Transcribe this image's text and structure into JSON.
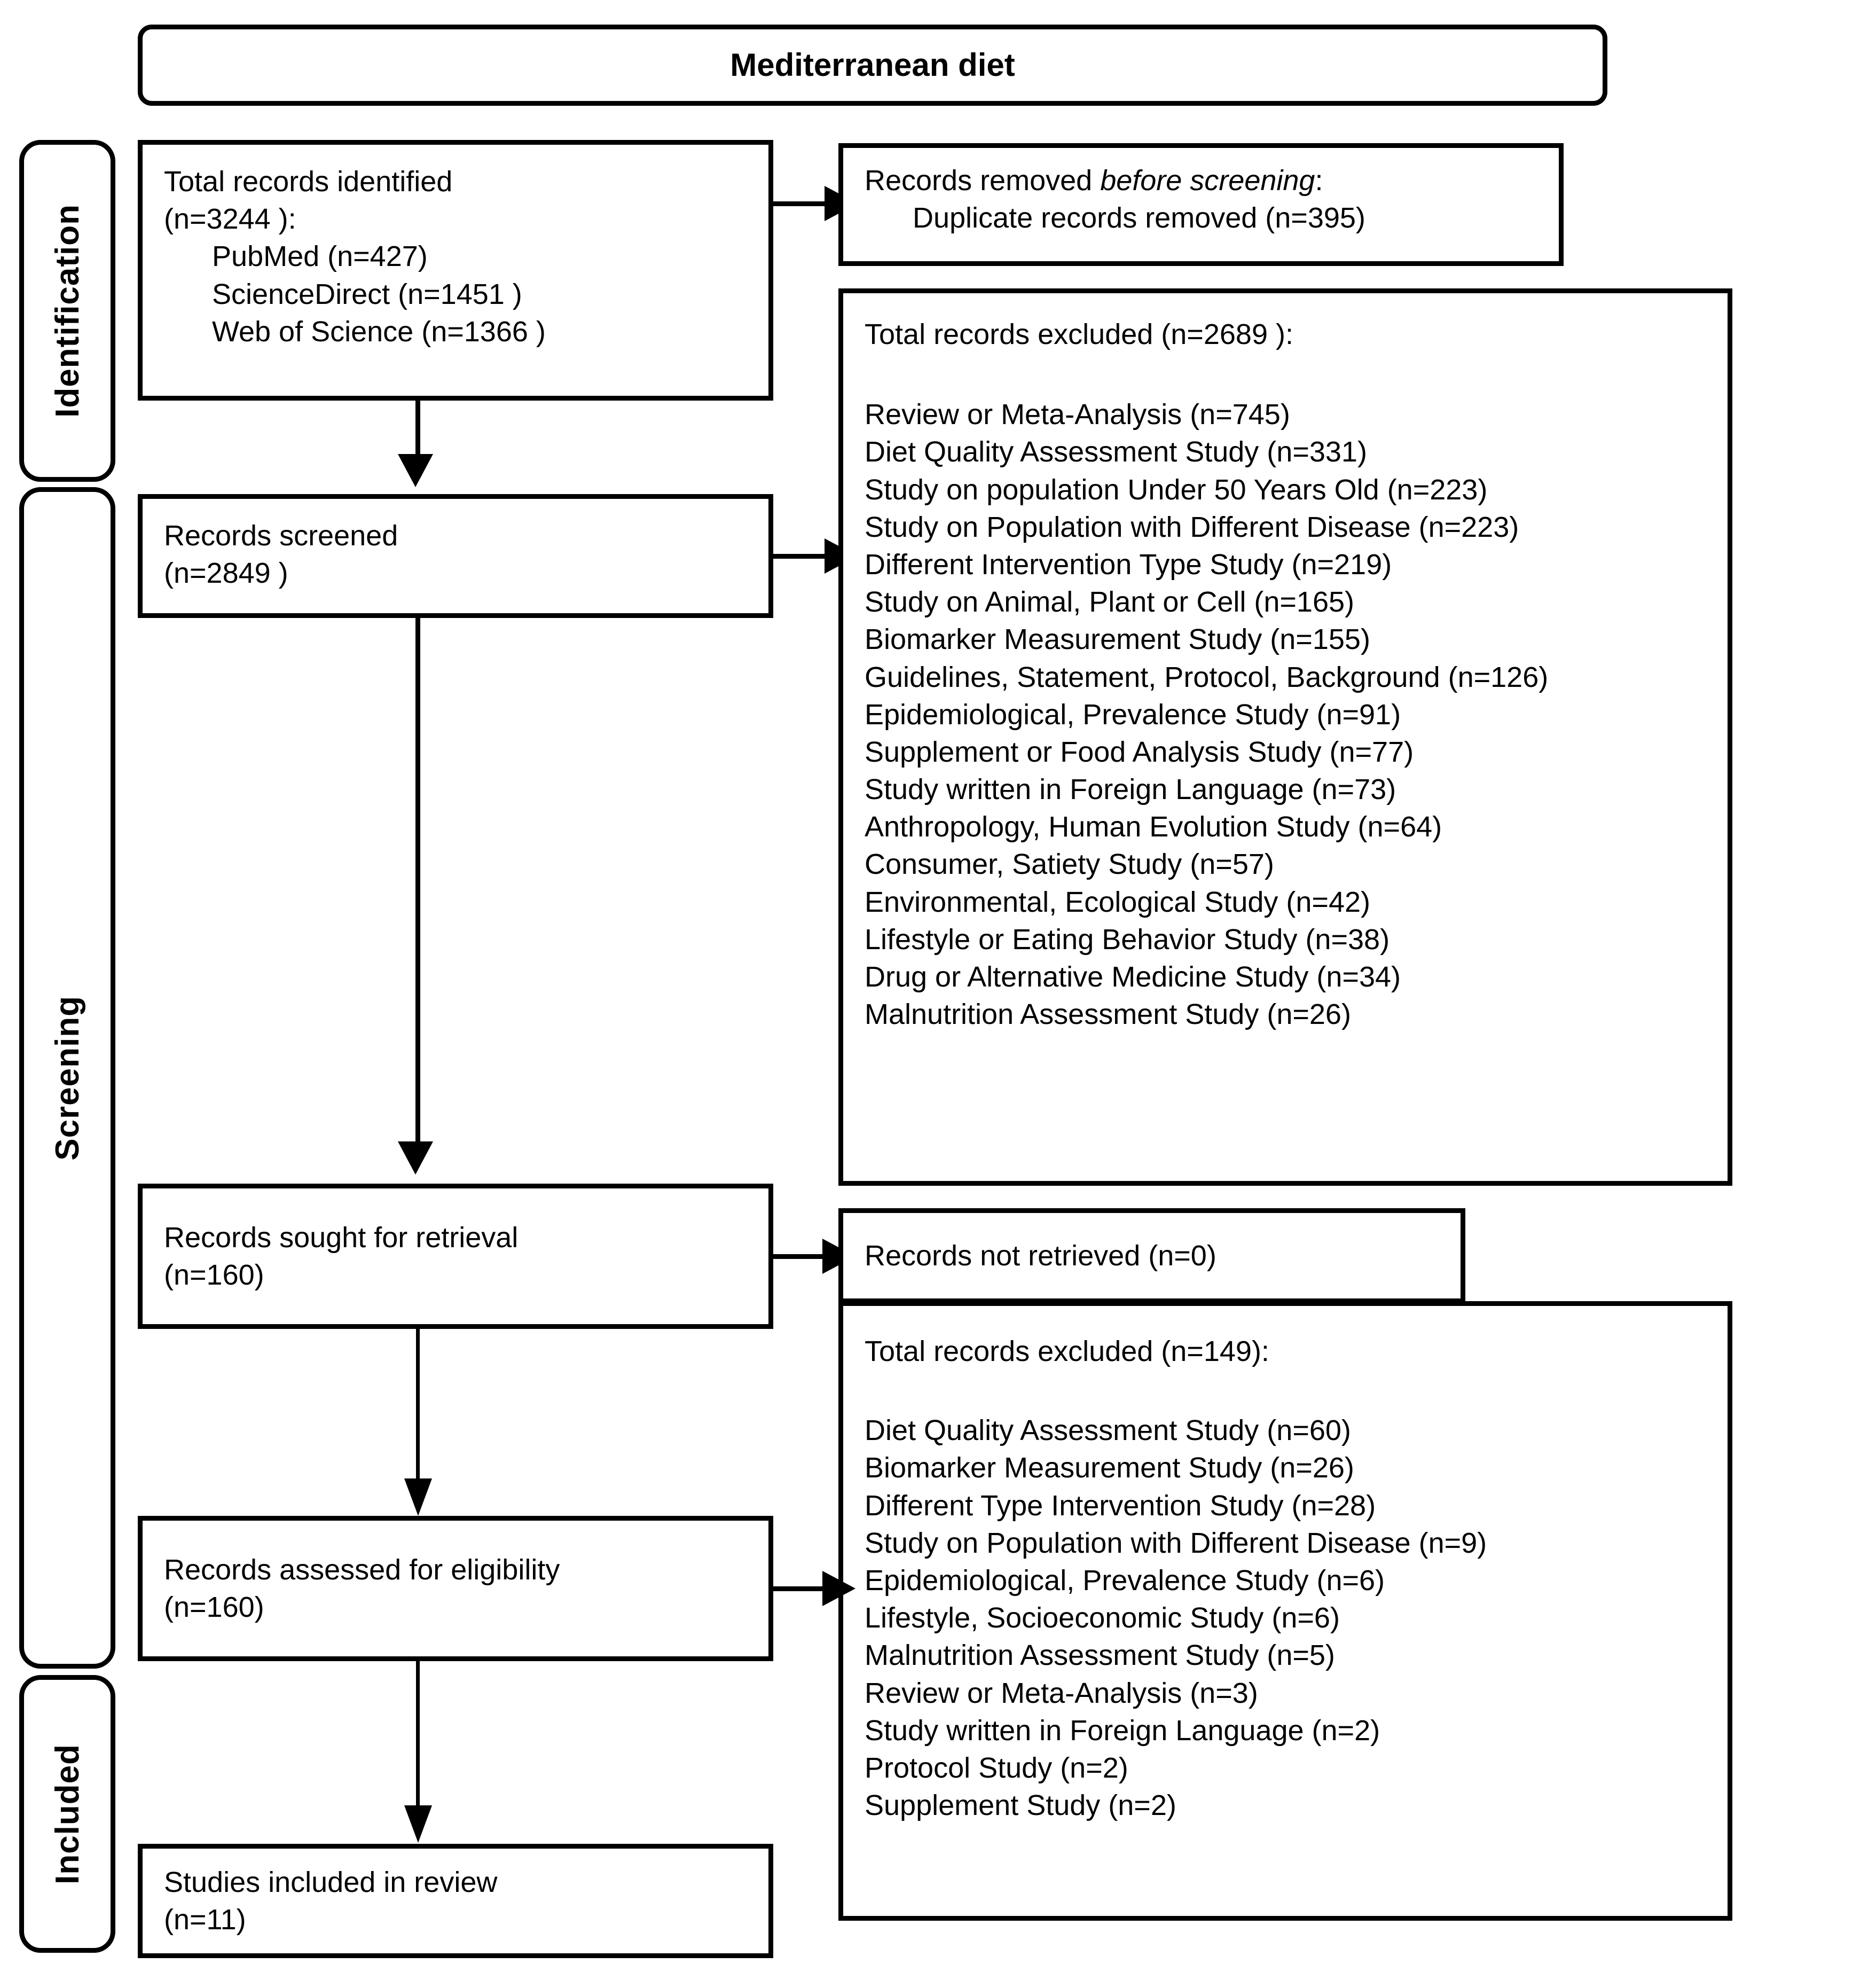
{
  "diagram": {
    "title": "Mediterranean diet",
    "type": "PRISMA flow diagram"
  },
  "phases": {
    "identification": "Identification",
    "screening": "Screening",
    "included": "Included"
  },
  "boxes": {
    "identified": {
      "heading": "Total records identified",
      "count_line": "(n=3244 ):",
      "sources": [
        "PubMed (n=427)",
        "ScienceDirect (n=1451 )",
        "Web of Science (n=1366 )"
      ]
    },
    "removed_before_screening": {
      "heading_plain": "Records removed ",
      "heading_italic": "before screening",
      "heading_tail": ":",
      "detail": "Duplicate records removed (n=395)"
    },
    "screened": {
      "heading": "Records screened",
      "count_line": "(n=2849 )"
    },
    "excluded_screening": {
      "heading": "Total records excluded (n=2689 ):",
      "reasons": [
        "Review or Meta-Analysis (n=745)",
        "Diet Quality Assessment Study (n=331)",
        "Study on population Under 50 Years Old (n=223)",
        "Study on Population with Different Disease (n=223)",
        "Different Intervention Type Study (n=219)",
        "Study on Animal, Plant or Cell (n=165)",
        "Biomarker Measurement Study (n=155)",
        "Guidelines, Statement, Protocol, Background (n=126)",
        "Epidemiological, Prevalence Study (n=91)",
        "Supplement or Food Analysis Study (n=77)",
        "Study written in Foreign Language (n=73)",
        "Anthropology, Human Evolution Study (n=64)",
        "Consumer, Satiety Study (n=57)",
        "Environmental, Ecological Study (n=42)",
        "Lifestyle or Eating Behavior Study (n=38)",
        "Drug or Alternative Medicine Study (n=34)",
        "Malnutrition Assessment Study (n=26)"
      ]
    },
    "sought_for_retrieval": {
      "heading": "Records sought for retrieval",
      "count_line": "(n=160)"
    },
    "not_retrieved": {
      "heading": "Records not retrieved (n=0)"
    },
    "assessed_eligibility": {
      "heading": "Records assessed for eligibility",
      "count_line": "(n=160)"
    },
    "excluded_eligibility": {
      "heading": "Total records excluded (n=149):",
      "reasons": [
        "Diet Quality Assessment Study (n=60)",
        "Biomarker Measurement Study (n=26)",
        "Different Type Intervention Study (n=28)",
        "Study on Population with Different Disease (n=9)",
        "Epidemiological, Prevalence Study (n=6)",
        "Lifestyle, Socioeconomic Study (n=6)",
        "Malnutrition Assessment Study (n=5)",
        "Review or Meta-Analysis (n=3)",
        "Study written in Foreign Language (n=2)",
        "Protocol Study (n=2)",
        "Supplement Study (n=2)"
      ]
    },
    "included_review": {
      "heading": "Studies included in review",
      "count_line": "(n=11)"
    }
  },
  "colors": {
    "stroke": "#000000",
    "background": "#ffffff",
    "text": "#000000"
  }
}
